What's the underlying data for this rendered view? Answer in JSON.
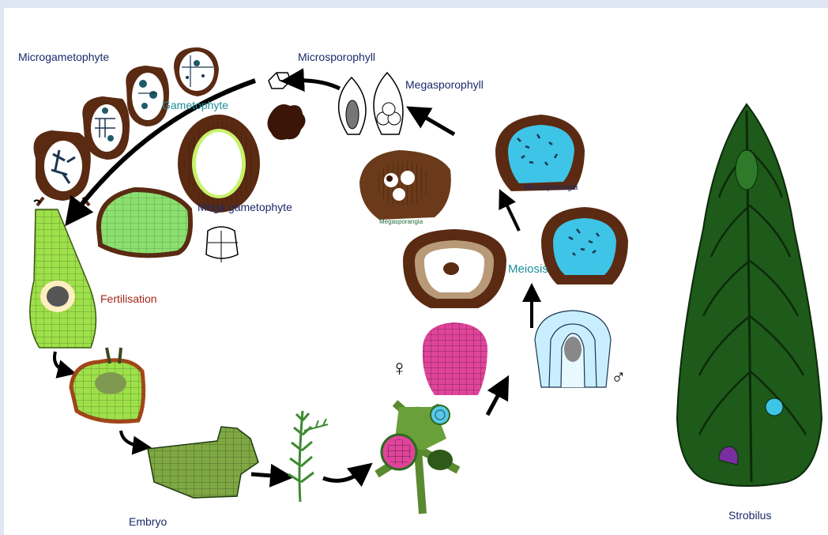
{
  "diagram": {
    "labels": {
      "microgametophyte": "Microgametophyte",
      "gametophyte": "Gametophyte",
      "microsporophyll": "Microsporophyll",
      "megasporophyll": "Megasporophyll",
      "mega_gametophyte": "Mega gametophyte",
      "megasporangia": "Megasporangia",
      "microsporangia": "Microsporangia",
      "fertilisation": "Fertilisation",
      "meiosis": "Meiosis",
      "embryo": "Embryo",
      "strobilus": "Strobilus",
      "female_symbol": "♀",
      "male_symbol": "♂"
    },
    "colors": {
      "page_border": "#dfe6f3",
      "label_dark_blue": "#1b2a6b",
      "label_teal": "#1f8f9a",
      "label_red": "#a3261a",
      "label_green": "#1f6b3d",
      "brown": "#5a2a12",
      "cyan": "#3ec4e6",
      "light_green": "#9ee04a",
      "magenta": "#e0449a",
      "dark_green": "#2d6a1f"
    }
  }
}
